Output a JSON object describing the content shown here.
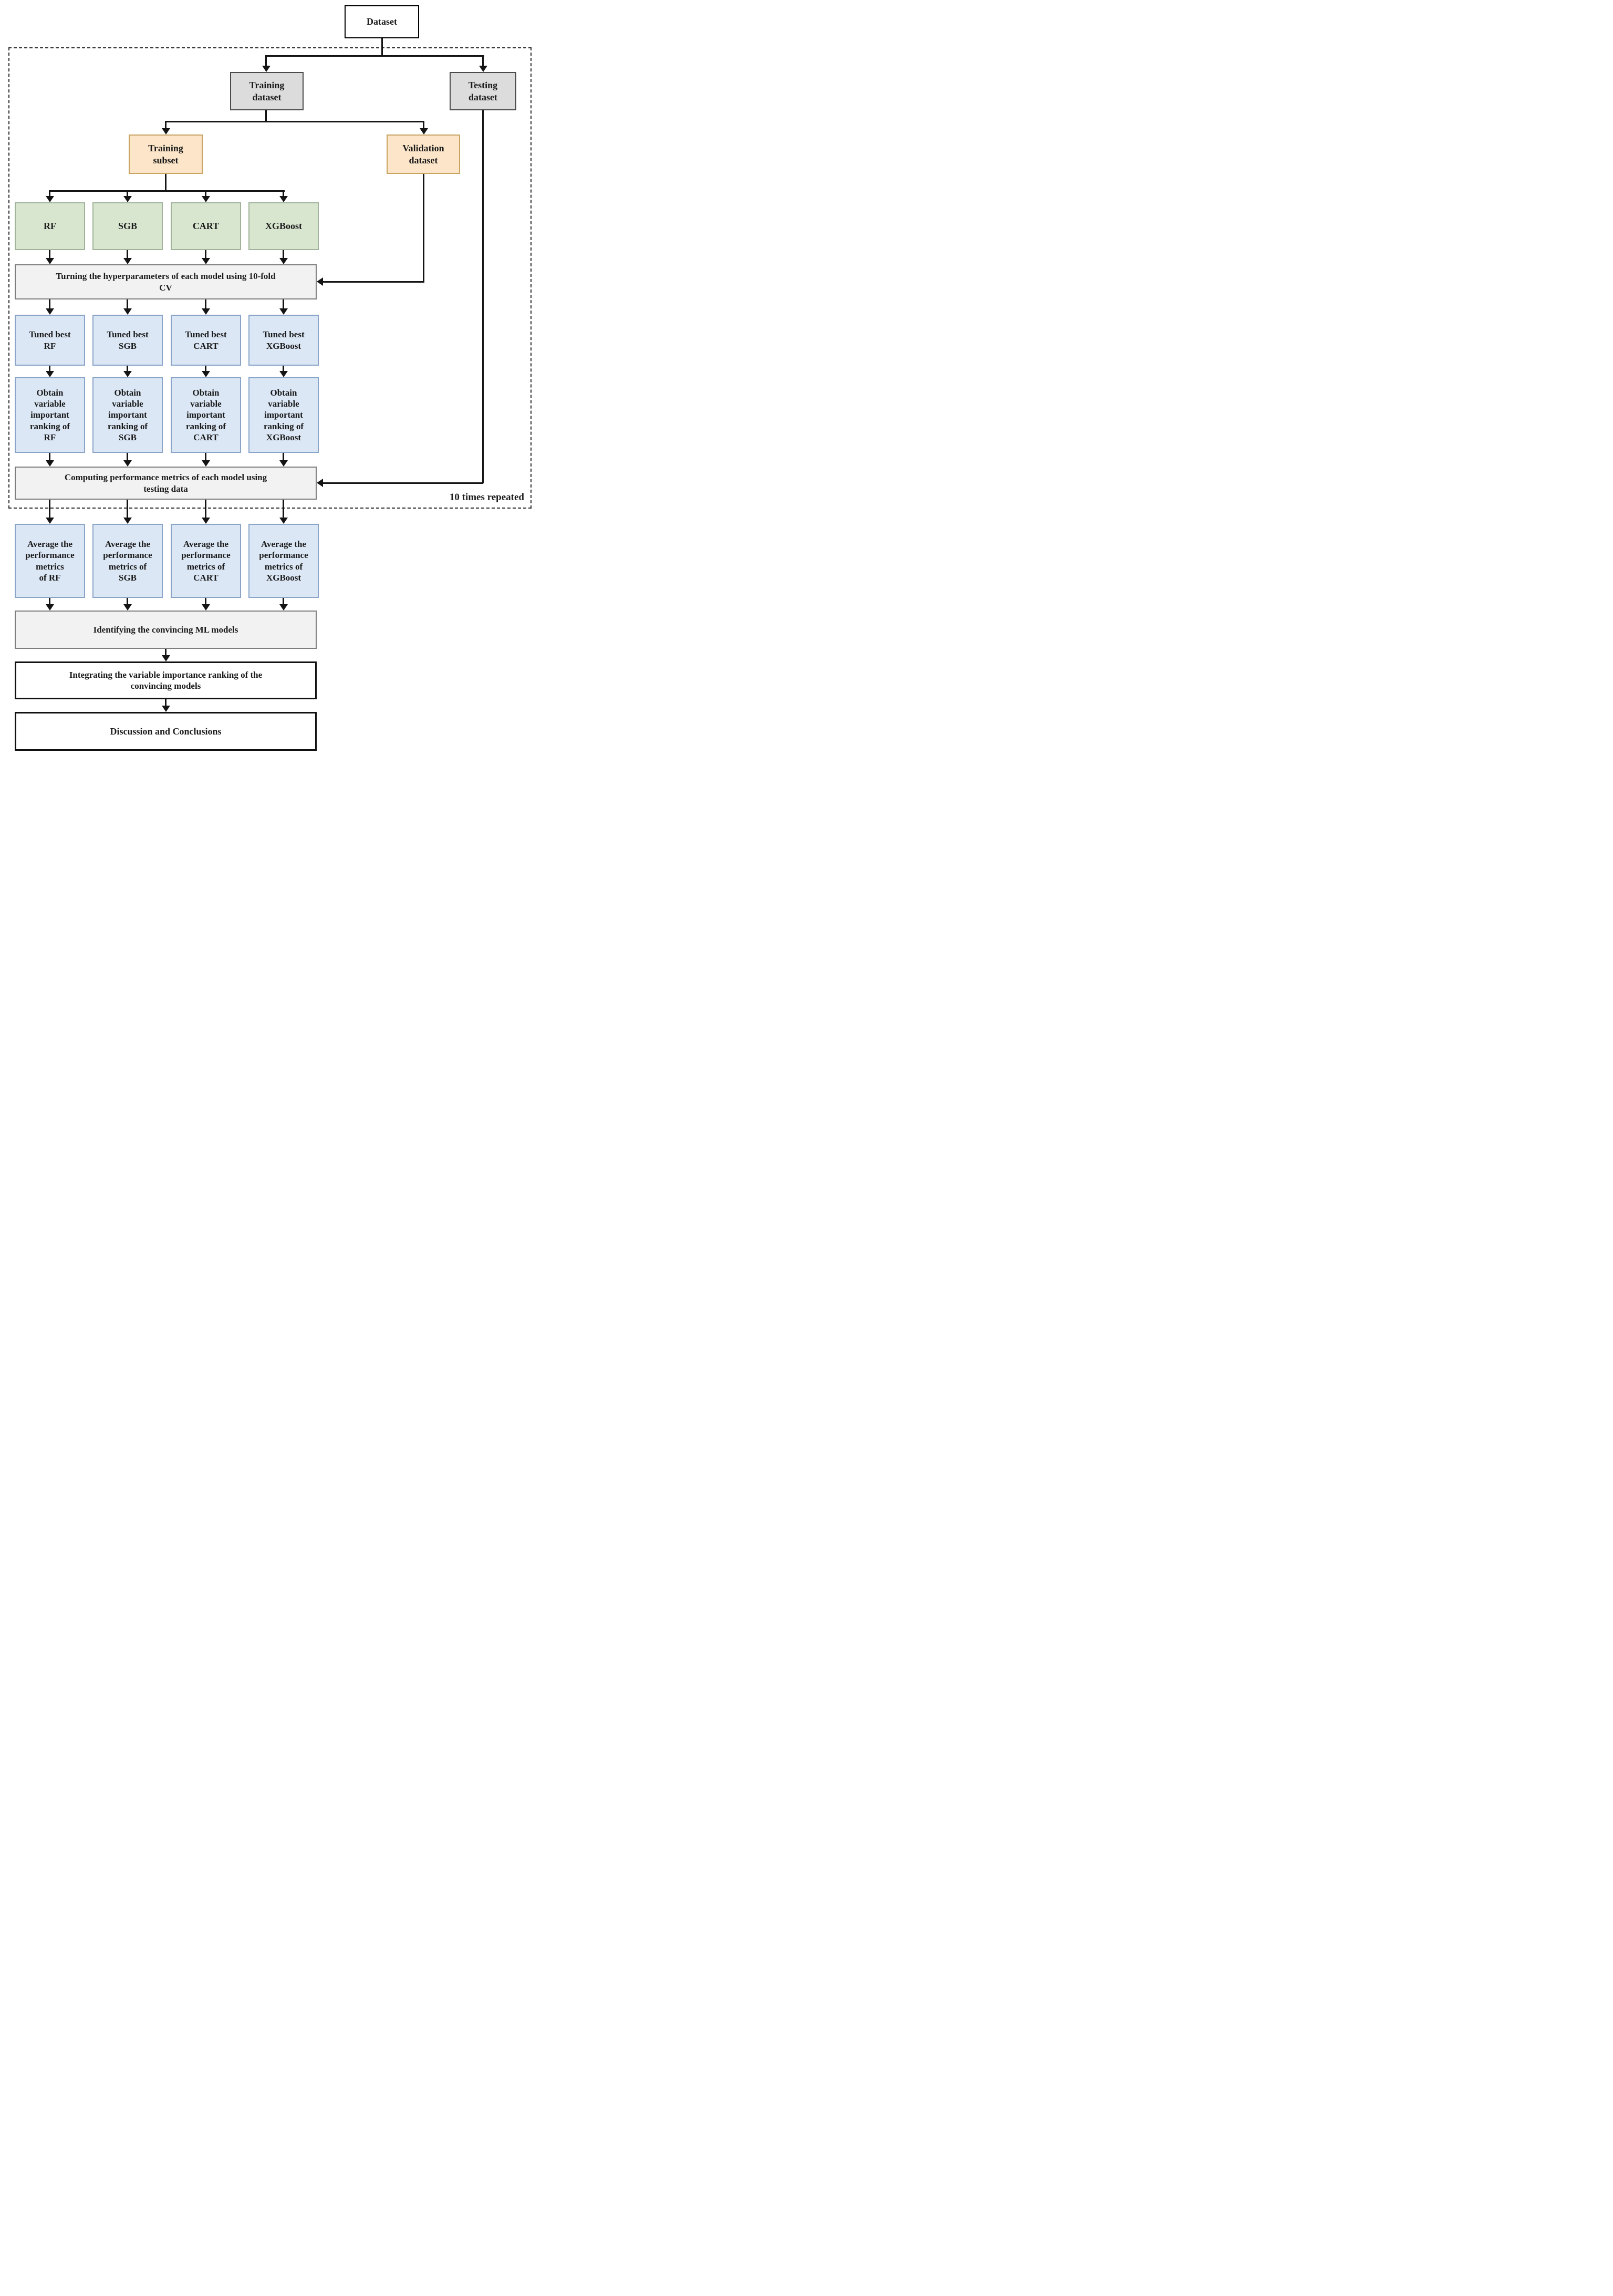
{
  "diagram": {
    "title_node": {
      "label": "Dataset"
    },
    "splits": {
      "training_dataset": {
        "label": "Training\ndataset"
      },
      "testing_dataset": {
        "label": "Testing\ndataset"
      },
      "training_subset": {
        "label": "Training\nsubset"
      },
      "validation_dataset": {
        "label": "Validation\ndataset"
      }
    },
    "models": [
      "RF",
      "SGB",
      "CART",
      "XGBoost"
    ],
    "tuning_step": {
      "label": "Turning the hyperparameters of each model using 10-fold\nCV"
    },
    "tuned": [
      "Tuned best\nRF",
      "Tuned best\nSGB",
      "Tuned best\nCART",
      "Tuned best\nXGBoost"
    ],
    "ranking": [
      "Obtain\nvariable\nimportant\nranking of\nRF",
      "Obtain\nvariable\nimportant\nranking of\nSGB",
      "Obtain\nvariable\nimportant\nranking of\nCART",
      "Obtain\nvariable\nimportant\nranking of\nXGBoost"
    ],
    "computing_step": {
      "label": "Computing performance metrics of each model using\ntesting data"
    },
    "repeat_annotation": {
      "label": "10 times repeated"
    },
    "average": [
      "Average the\nperformance\nmetrics\nof RF",
      "Average the\nperformance\nmetrics of\nSGB",
      "Average the\nperformance\nmetrics of\nCART",
      "Average the\nperformance\nmetrics of\nXGBoost"
    ],
    "identifying_step": {
      "label": "Identifying the convincing ML models"
    },
    "integrating_step": {
      "label": "Integrating the variable importance ranking of the\nconvincing models"
    },
    "conclusion_step": {
      "label": "Discussion and Conclusions"
    },
    "colors": {
      "dataset_gray": "#dcdcdc",
      "subset_orange": "#fce5c9",
      "model_green": "#d8e6d0",
      "step_blue": "#dbe7f5",
      "wide_gray": "#f2f2f2",
      "line": "#141414"
    }
  }
}
